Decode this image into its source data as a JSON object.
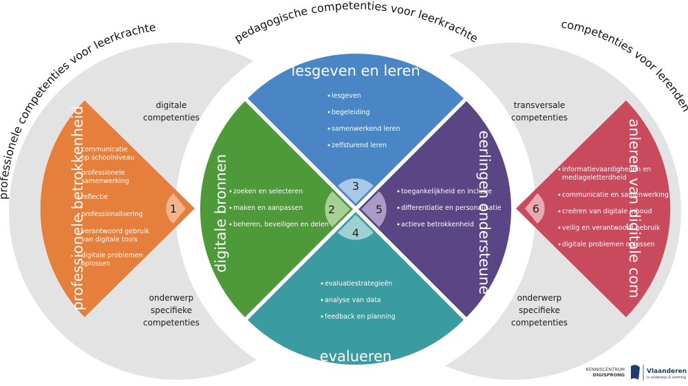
{
  "arc_titles": {
    "left": "professionele competenties voor leerkrachten",
    "top": "pedagogische competenties voor leerkrachten",
    "right": "competenties voor lerenden"
  },
  "segments": {
    "s1": {
      "number": "1",
      "title": "professionele betrokkenheid",
      "color": "#e57f3b",
      "items": [
        "communicatie",
        "op schoolniveau",
        "professionele",
        "samenwerking",
        "reflectie",
        "professionalisering",
        "verantwoord gebruik",
        "van digitale tools",
        "digitale problemen",
        "oplossen"
      ]
    },
    "s2": {
      "number": "2",
      "title": "digitale bronnen",
      "color": "#4e9a3a",
      "items": [
        "zoeken en selecteren",
        "maken en aanpassen",
        "beheren, beveiligen en delen"
      ]
    },
    "s3": {
      "number": "3",
      "title": "lesgeven en leren",
      "color": "#4a86c5",
      "items": [
        "lesgeven",
        "begeleiding",
        "samenwerkend leren",
        "zelfsturend leren"
      ]
    },
    "s4": {
      "number": "4",
      "title": "evalueren",
      "color": "#3a9ca0",
      "items": [
        "evaluatiestrategieën",
        "analyse van data",
        "feedback en planning"
      ]
    },
    "s5": {
      "number": "5",
      "title": "leerlingen ondersteunen",
      "color": "#5a4585",
      "items": [
        "toegankelijkheid en inclusie",
        "differentiatie en personalisatie",
        "actieve betrokkenheid"
      ]
    },
    "s6": {
      "number": "6",
      "title": "aanleren van digitale comp.",
      "color": "#c94a5c",
      "items": [
        "informatievaardigheden en",
        "mediageletterdheid",
        "communicatie en samenwerking",
        "creëren van digitale inhoud",
        "veilig en verantwoord gebruik",
        "digitale problemen oplossen"
      ]
    }
  },
  "side_labels": {
    "left_top": [
      "digitale",
      "competenties"
    ],
    "left_bottom": [
      "onderwerp",
      "specifieke",
      "competenties"
    ],
    "right_top": [
      "transversale",
      "competenties"
    ],
    "right_bottom": [
      "onderwerp",
      "specifieke",
      "competenties"
    ]
  },
  "logos": {
    "kenniscentrum_line1": "KENNISCENTRUM",
    "kenniscentrum_line2": "DIGISPRONG",
    "vlaanderen": "Vlaanderen",
    "vlaanderen_sub": "is onderwijs & vorming"
  }
}
